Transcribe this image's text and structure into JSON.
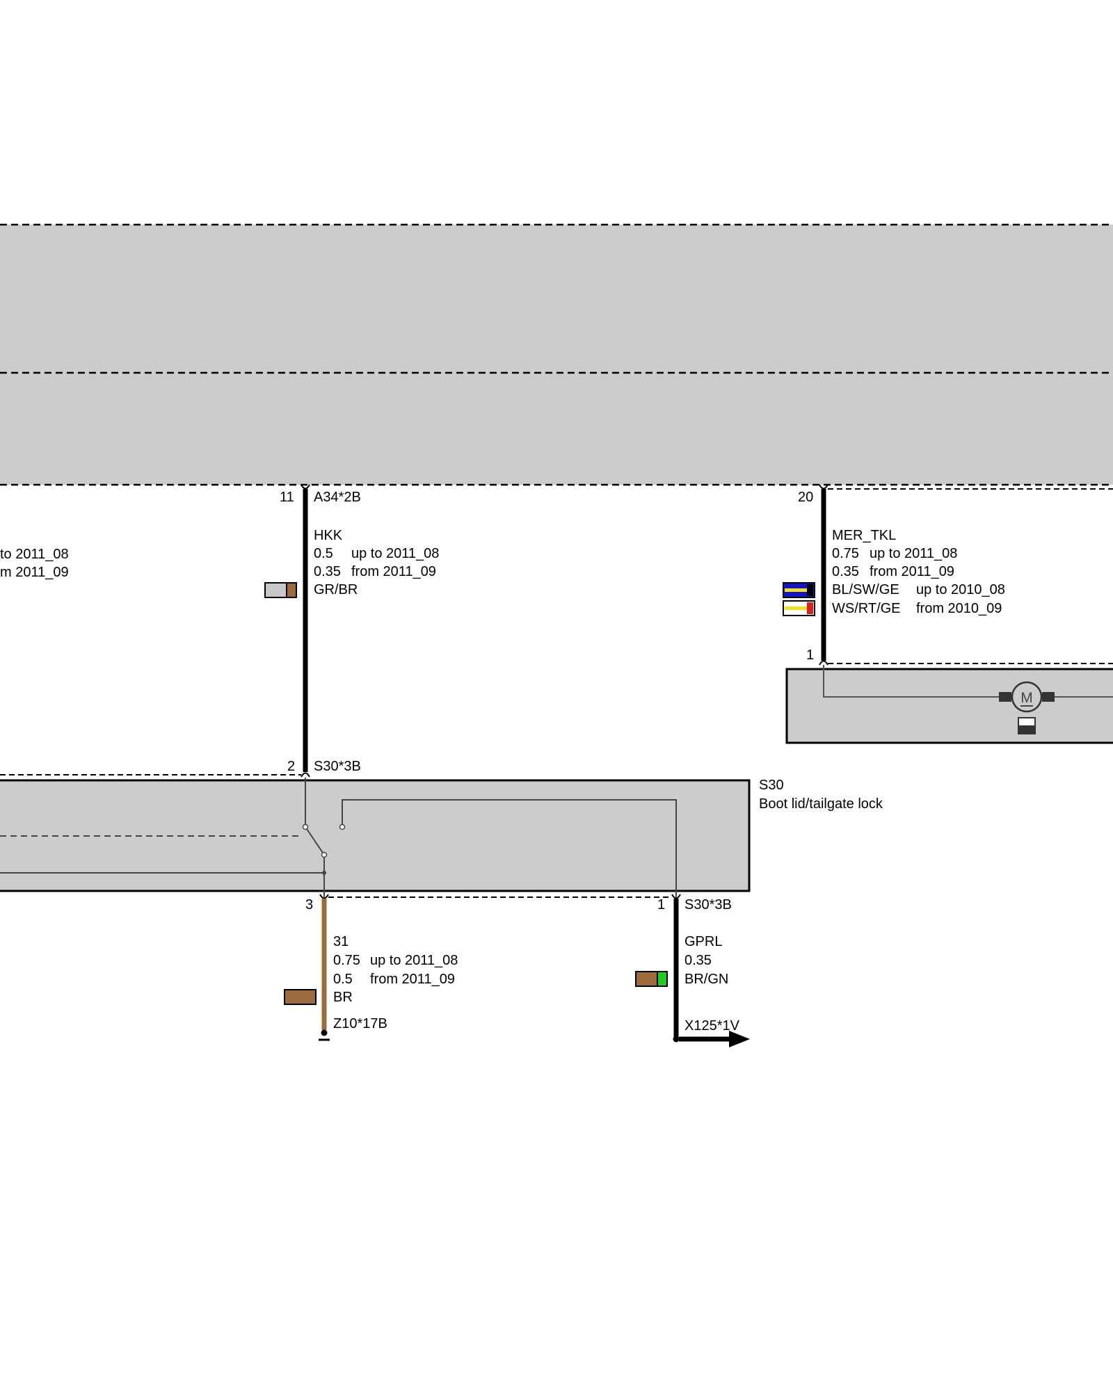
{
  "colors": {
    "module_fill": "#cccccc",
    "wire_black": "#000000",
    "wire_brown": "#9e6b3c",
    "swatch_grey": "#c8c8c8",
    "swatch_brown": "#9e6b3c",
    "swatch_green": "#22cc22",
    "swatch_blue": "#1414c8",
    "swatch_yellow": "#f0e020",
    "swatch_red": "#e01e1e",
    "swatch_white": "#ffffff"
  },
  "wire_hkk": {
    "pin_top": "11",
    "connector_top": "A34*2B",
    "name": "HKK",
    "size_1": "0.5",
    "note_1": "up to 2011_08",
    "size_2": "0.35",
    "note_2": "from 2011_09",
    "color_code": "GR/BR",
    "pin_bottom": "2",
    "connector_bottom": "S30*3B"
  },
  "wire_mer": {
    "pin_top": "20",
    "name": "MER_TKL",
    "size_1": "0.75",
    "note_1": "up to 2011_08",
    "size_2": "0.35",
    "note_2": "from 2011_09",
    "color_code_1": "BL/SW/GE",
    "color_note_1": "up to 2010_08",
    "color_code_2": "WS/RT/GE",
    "color_note_2": "from 2010_09",
    "pin_bottom": "1"
  },
  "left_partial": {
    "line_1": "to 2011_08",
    "line_2": "m 2011_09"
  },
  "lock_module": {
    "id": "S30",
    "description": "Boot lid/tailgate lock"
  },
  "wire_31": {
    "pin": "3",
    "name": "31",
    "size_1": "0.75",
    "note_1": "up to 2011_08",
    "size_2": "0.5",
    "note_2": "from 2011_09",
    "color_code": "BR",
    "ground": "Z10*17B"
  },
  "wire_gprl": {
    "pin": "1",
    "connector": "S30*3B",
    "name": "GPRL",
    "size": "0.35",
    "color_code": "BR/GN",
    "destination": "X125*1V"
  },
  "motor": {
    "label": "M"
  }
}
